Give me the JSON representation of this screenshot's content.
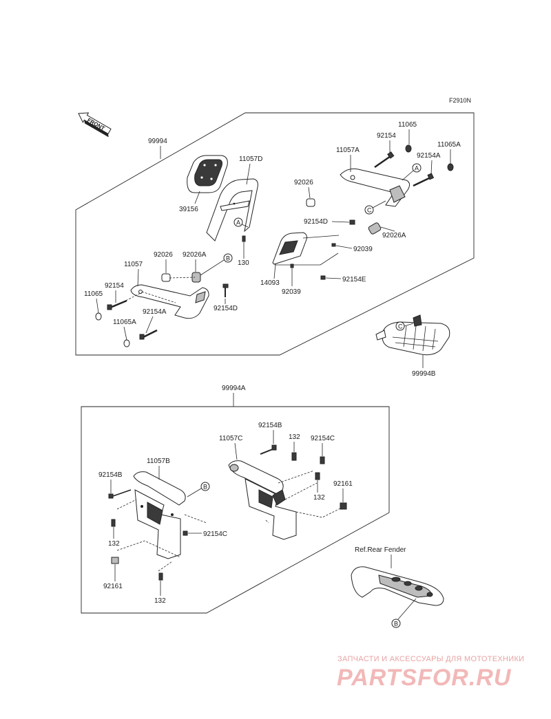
{
  "figure_code": "F2910N",
  "front_label": "FRONT",
  "labels": {
    "kit_99994": "99994",
    "p11057D": "11057D",
    "p39156": "39156",
    "p92026_top": "92026",
    "p11057A": "11057A",
    "p92154_top": "92154",
    "p11065_top": "11065",
    "p92154A_top": "92154A",
    "p11065A_top": "11065A",
    "p92154D_top": "92154D",
    "p92026A_top": "92026A",
    "p92039_a": "92039",
    "p92154E": "92154E",
    "p14093": "14093",
    "p92039_b": "92039",
    "p130": "130",
    "p92026_l": "92026",
    "p92026A_l": "92026A",
    "p11057": "11057",
    "p92154_l": "92154",
    "p11065_l": "11065",
    "p92154A_l": "92154A",
    "p11065A_l": "11065A",
    "p92154D_l": "92154D",
    "kit_99994B": "99994B",
    "kit_99994A": "99994A",
    "p11057B": "11057B",
    "p92154B_l": "92154B",
    "p132_a": "132",
    "p92161_a": "92161",
    "p132_b": "132",
    "p92154C_l": "92154C",
    "p92154B_r": "92154B",
    "p11057C": "11057C",
    "p132_c": "132",
    "p92154C_r": "92154C",
    "p132_d": "132",
    "p92161_b": "92161",
    "ref_rear_fender": "Ref.Rear Fender"
  },
  "callouts": {
    "A1": "A",
    "A2": "A",
    "B1": "B",
    "B2": "B",
    "B3": "B",
    "C1": "C",
    "C2": "C"
  },
  "watermark": {
    "tagline": "ЗАПЧАСТИ И АКСЕССУАРЫ ДЛЯ МОТОТЕХНИКИ",
    "brand": "PARTSFOR.RU"
  }
}
